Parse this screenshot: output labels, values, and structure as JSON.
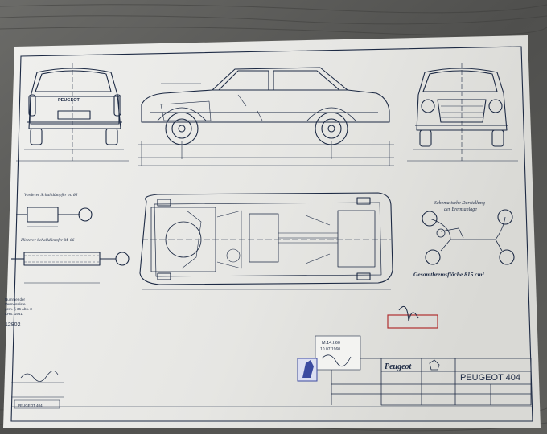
{
  "front_car_label": "PEUGEOT",
  "notes": {
    "front_leaf": "Vorderer Schalldämpfer m. 66",
    "rear_leaf": "Hinterer Schalldämpfer M. 66",
    "brake_title_1": "Schematische Darstellung",
    "brake_title_2": "der Bremsanlage",
    "brake_area": "Gesamtbremsfläche 815 cm²"
  },
  "left_block": {
    "line1": "Nummer der",
    "line2": "Vermessliste",
    "line3": "gem. § 36 Abs. 3",
    "line4": "KHS. 1961",
    "number": "12802",
    "plate": "PEUGEOT 404"
  },
  "stamps": {
    "approval": "M.14.I.60",
    "date": "10.07.1960"
  },
  "title_block": {
    "brand": "Peugeot",
    "model": "PEUGEOT 404"
  },
  "colors": {
    "ink": "#1d2a44",
    "paper": "#e9e9e6",
    "stamp_red": "#b03030",
    "stamp_blue": "#3b4aa0"
  }
}
